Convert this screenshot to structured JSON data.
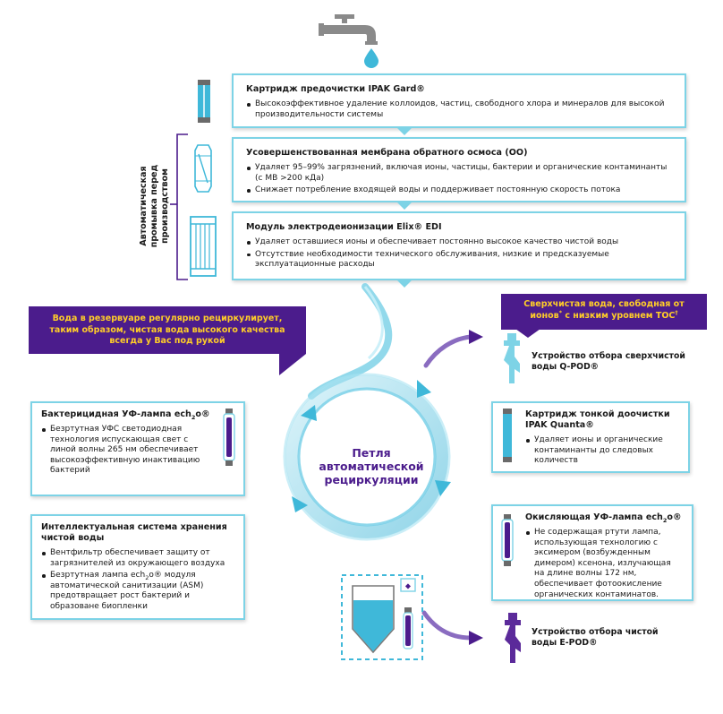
{
  "steps": [
    {
      "title": "Картридж предочистки IPAK Gard®",
      "bullets": [
        "Высокоэффективное удаление коллоидов, частиц, свободного хлора и минералов для высокой производительности системы"
      ]
    },
    {
      "title": "Усовершенствованная мембрана обратного осмоса (ОО)",
      "bullets": [
        "Удаляет 95–99% загрязнений, включая ионы, частицы, бактерии и органические контаминанты (с МВ >200 кДа)",
        "Снижает потребление входящей воды и поддерживает постоянную скорость потока"
      ]
    },
    {
      "title": "Модуль электродеионизации Elix® EDI",
      "bullets": [
        "Удаляет оставшиеся ионы и обеспечивает постоянно высокое качество чистой воды",
        "Отсутствие необходимости технического обслуживания, низкие и предсказуемые эксплуатационные расходы"
      ]
    }
  ],
  "side_label": "Автоматическая промывка перед производством",
  "banner_left": "Вода в резервуаре регулярно рециркулирует, таким образом, чистая вода высокого качества всегда у Вас под рукой",
  "banner_right": "Сверхчистая вода, свободная от ионов* с низким уровнем ТОС†",
  "loop_label": "Петля автоматической рециркуляции",
  "uv_lamp": {
    "title_pre": "Бактерицидная УФ-лампа ech",
    "title_sub": "2",
    "title_post": "o®",
    "bullets": [
      "Безртутная УФС светодиодная технология испускающая свет с линой волны 265 нм обеспечивает высокоэффективную инактивацию бактерий"
    ]
  },
  "storage": {
    "title": "Интеллектуальная система хранения чистой воды",
    "bullet1": "Вентфильтр обеспечивает защиту от загрязнителей из окружающего воздуха",
    "bullet2_pre": "Безртутная лампа ech",
    "bullet2_sub": "2",
    "bullet2_post": "o® модуля автоматической санитизации (ASM) предотвращает рост бактерий и образоване биопленки"
  },
  "qpod": "Устройство отбора сверхчистой воды Q-POD®",
  "quanta": {
    "title": "Картридж тонкой доочистки IPAK Quanta®",
    "bullets": [
      "Удаляет ионы и органические контаминанты до следовых количеств"
    ]
  },
  "oxid_lamp": {
    "title_pre": "Окисляющая УФ-лампа ech",
    "title_sub": "2",
    "title_post": "o®",
    "bullets": [
      "Не содержащая ртути лампа, исполь­зующая технологию с эксимером (возбужденным димером) ксенона, излучающая на длине волны 172 нм, обеспечивает фотоокисление органических контаминатов."
    ]
  },
  "epod": "Устройство отбора чистой воды E-POD®",
  "colors": {
    "purple": "#4b1c8c",
    "yellow": "#ffcd28",
    "teal": "#7dd3e6",
    "water": "#3fb8d9",
    "grey": "#8a8a8a"
  }
}
